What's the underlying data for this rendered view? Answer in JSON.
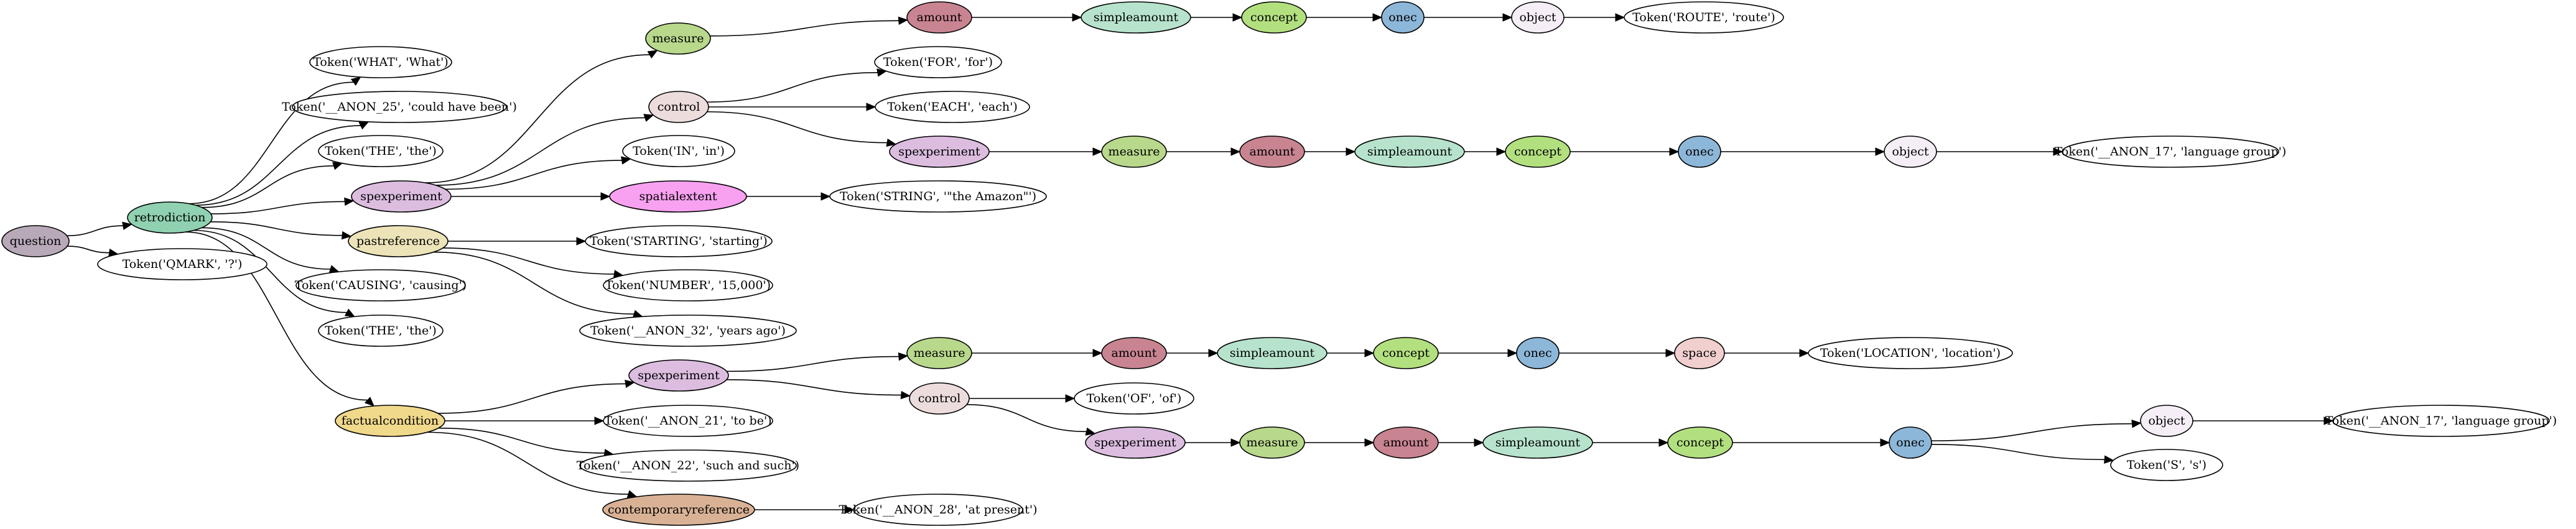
{
  "graph": {
    "colors": {
      "question": "#b8a9b8",
      "retrodiction": "#8fd1b0",
      "spexperiment": "#dcbde0",
      "pastreference": "#ece3b8",
      "factualcondition": "#f0d98a",
      "contemporaryreference": "#d9b295",
      "measure": "#b8d88b",
      "amount": "#c98491",
      "simpleamount": "#b7e3cc",
      "concept": "#b3e07f",
      "onec": "#8db7d9",
      "object": "#f6eef6",
      "control": "#ecdcdc",
      "spatialextent": "#f7a1f0",
      "space": "#f1cfcf",
      "token": "#ffffff"
    },
    "nodes": [
      {
        "id": "question",
        "label": "question",
        "kind": "question"
      },
      {
        "id": "retrodiction",
        "label": "retrodiction",
        "kind": "retrodiction"
      },
      {
        "id": "tok_qmark",
        "label": "Token('QMARK', '?')",
        "kind": "token"
      },
      {
        "id": "tok_what",
        "label": "Token('WHAT', 'What')",
        "kind": "token"
      },
      {
        "id": "tok_anon25",
        "label": "Token('__ANON_25', 'could have been')",
        "kind": "token"
      },
      {
        "id": "tok_the1",
        "label": "Token('THE', 'the')",
        "kind": "token"
      },
      {
        "id": "spexp1",
        "label": "spexperiment",
        "kind": "spexperiment"
      },
      {
        "id": "pastref",
        "label": "pastreference",
        "kind": "pastreference"
      },
      {
        "id": "tok_causing",
        "label": "Token('CAUSING', 'causing')",
        "kind": "token"
      },
      {
        "id": "tok_the2",
        "label": "Token('THE', 'the')",
        "kind": "token"
      },
      {
        "id": "factcond",
        "label": "factualcondition",
        "kind": "factualcondition"
      },
      {
        "id": "measure1",
        "label": "measure",
        "kind": "measure"
      },
      {
        "id": "amount1",
        "label": "amount",
        "kind": "amount"
      },
      {
        "id": "simple1",
        "label": "simpleamount",
        "kind": "simpleamount"
      },
      {
        "id": "concept1",
        "label": "concept",
        "kind": "concept"
      },
      {
        "id": "onec1",
        "label": "onec",
        "kind": "onec"
      },
      {
        "id": "object1",
        "label": "object",
        "kind": "object"
      },
      {
        "id": "tok_route",
        "label": "Token('ROUTE', 'route')",
        "kind": "token"
      },
      {
        "id": "control1",
        "label": "control",
        "kind": "control"
      },
      {
        "id": "tok_for",
        "label": "Token('FOR', 'for')",
        "kind": "token"
      },
      {
        "id": "tok_each",
        "label": "Token('EACH', 'each')",
        "kind": "token"
      },
      {
        "id": "spexp2",
        "label": "spexperiment",
        "kind": "spexperiment"
      },
      {
        "id": "measure2",
        "label": "measure",
        "kind": "measure"
      },
      {
        "id": "amount2",
        "label": "amount",
        "kind": "amount"
      },
      {
        "id": "simple2",
        "label": "simpleamount",
        "kind": "simpleamount"
      },
      {
        "id": "concept2",
        "label": "concept",
        "kind": "concept"
      },
      {
        "id": "onec2",
        "label": "onec",
        "kind": "onec"
      },
      {
        "id": "object2",
        "label": "object",
        "kind": "object"
      },
      {
        "id": "tok_anon17a",
        "label": "Token('__ANON_17', 'language group')",
        "kind": "token"
      },
      {
        "id": "tok_in",
        "label": "Token('IN', 'in')",
        "kind": "token"
      },
      {
        "id": "spatial",
        "label": "spatialextent",
        "kind": "spatialextent"
      },
      {
        "id": "tok_string",
        "label": "Token('STRING', '\"the Amazon\"')",
        "kind": "token"
      },
      {
        "id": "tok_starting",
        "label": "Token('STARTING', 'starting')",
        "kind": "token"
      },
      {
        "id": "tok_number",
        "label": "Token('NUMBER', '15,000')",
        "kind": "token"
      },
      {
        "id": "tok_anon32",
        "label": "Token('__ANON_32', 'years ago')",
        "kind": "token"
      },
      {
        "id": "spexp3",
        "label": "spexperiment",
        "kind": "spexperiment"
      },
      {
        "id": "measure3",
        "label": "measure",
        "kind": "measure"
      },
      {
        "id": "amount3",
        "label": "amount",
        "kind": "amount"
      },
      {
        "id": "simple3",
        "label": "simpleamount",
        "kind": "simpleamount"
      },
      {
        "id": "concept3",
        "label": "concept",
        "kind": "concept"
      },
      {
        "id": "onec3",
        "label": "onec",
        "kind": "onec"
      },
      {
        "id": "space1",
        "label": "space",
        "kind": "space"
      },
      {
        "id": "tok_location",
        "label": "Token('LOCATION', 'location')",
        "kind": "token"
      },
      {
        "id": "control2",
        "label": "control",
        "kind": "control"
      },
      {
        "id": "tok_of",
        "label": "Token('OF', 'of')",
        "kind": "token"
      },
      {
        "id": "spexp4",
        "label": "spexperiment",
        "kind": "spexperiment"
      },
      {
        "id": "measure4",
        "label": "measure",
        "kind": "measure"
      },
      {
        "id": "amount4",
        "label": "amount",
        "kind": "amount"
      },
      {
        "id": "simple4",
        "label": "simpleamount",
        "kind": "simpleamount"
      },
      {
        "id": "concept4",
        "label": "concept",
        "kind": "concept"
      },
      {
        "id": "onec4",
        "label": "onec",
        "kind": "onec"
      },
      {
        "id": "object4",
        "label": "object",
        "kind": "object"
      },
      {
        "id": "tok_anon17b",
        "label": "Token('__ANON_17', 'language group')",
        "kind": "token"
      },
      {
        "id": "tok_s",
        "label": "Token('S', 's')",
        "kind": "token"
      },
      {
        "id": "tok_anon21",
        "label": "Token('__ANON_21', 'to be')",
        "kind": "token"
      },
      {
        "id": "tok_anon22",
        "label": "Token('__ANON_22', 'such and such')",
        "kind": "token"
      },
      {
        "id": "contemp",
        "label": "contemporaryreference",
        "kind": "contemporaryreference"
      },
      {
        "id": "tok_anon28",
        "label": "Token('__ANON_28', 'at present')",
        "kind": "token"
      }
    ],
    "edges": [
      [
        "question",
        "retrodiction"
      ],
      [
        "question",
        "tok_qmark"
      ],
      [
        "retrodiction",
        "tok_what"
      ],
      [
        "retrodiction",
        "tok_anon25"
      ],
      [
        "retrodiction",
        "tok_the1"
      ],
      [
        "retrodiction",
        "spexp1"
      ],
      [
        "retrodiction",
        "pastref"
      ],
      [
        "retrodiction",
        "tok_causing"
      ],
      [
        "retrodiction",
        "tok_the2"
      ],
      [
        "retrodiction",
        "factcond"
      ],
      [
        "spexp1",
        "measure1"
      ],
      [
        "spexp1",
        "control1"
      ],
      [
        "spexp1",
        "tok_in"
      ],
      [
        "spexp1",
        "spatial"
      ],
      [
        "measure1",
        "amount1"
      ],
      [
        "amount1",
        "simple1"
      ],
      [
        "simple1",
        "concept1"
      ],
      [
        "concept1",
        "onec1"
      ],
      [
        "onec1",
        "object1"
      ],
      [
        "object1",
        "tok_route"
      ],
      [
        "control1",
        "tok_for"
      ],
      [
        "control1",
        "tok_each"
      ],
      [
        "control1",
        "spexp2"
      ],
      [
        "spexp2",
        "measure2"
      ],
      [
        "measure2",
        "amount2"
      ],
      [
        "amount2",
        "simple2"
      ],
      [
        "simple2",
        "concept2"
      ],
      [
        "concept2",
        "onec2"
      ],
      [
        "onec2",
        "object2"
      ],
      [
        "object2",
        "tok_anon17a"
      ],
      [
        "spatial",
        "tok_string"
      ],
      [
        "pastref",
        "tok_starting"
      ],
      [
        "pastref",
        "tok_number"
      ],
      [
        "pastref",
        "tok_anon32"
      ],
      [
        "factcond",
        "spexp3"
      ],
      [
        "factcond",
        "tok_anon21"
      ],
      [
        "factcond",
        "tok_anon22"
      ],
      [
        "factcond",
        "contemp"
      ],
      [
        "spexp3",
        "measure3"
      ],
      [
        "spexp3",
        "control2"
      ],
      [
        "measure3",
        "amount3"
      ],
      [
        "amount3",
        "simple3"
      ],
      [
        "simple3",
        "concept3"
      ],
      [
        "concept3",
        "onec3"
      ],
      [
        "onec3",
        "space1"
      ],
      [
        "space1",
        "tok_location"
      ],
      [
        "control2",
        "tok_of"
      ],
      [
        "control2",
        "spexp4"
      ],
      [
        "spexp4",
        "measure4"
      ],
      [
        "measure4",
        "amount4"
      ],
      [
        "amount4",
        "simple4"
      ],
      [
        "simple4",
        "concept4"
      ],
      [
        "concept4",
        "onec4"
      ],
      [
        "onec4",
        "object4"
      ],
      [
        "onec4",
        "tok_s"
      ],
      [
        "object4",
        "tok_anon17b"
      ],
      [
        "contemp",
        "tok_anon28"
      ]
    ]
  }
}
